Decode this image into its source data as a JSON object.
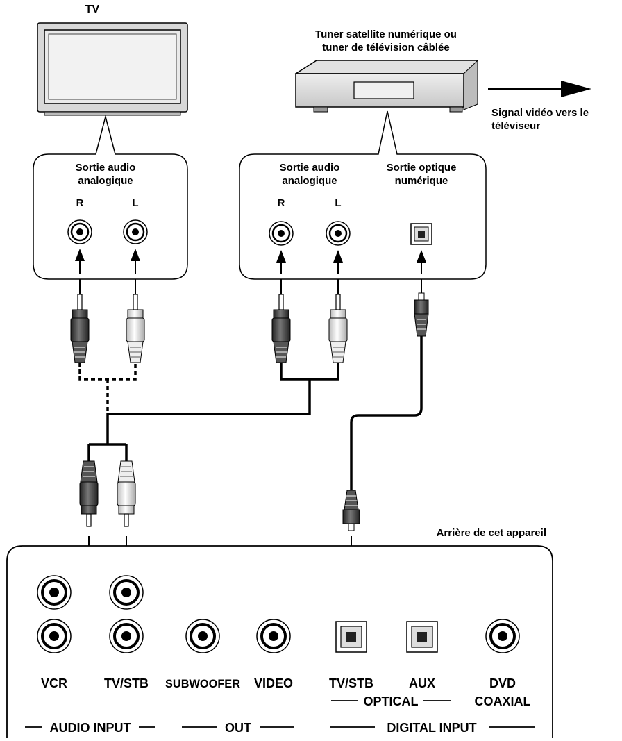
{
  "tv": {
    "title": "TV"
  },
  "tuner": {
    "title_line1": "Tuner satellite numérique ou",
    "title_line2": "tuner de télévision câblée",
    "signal_line1": "Signal vidéo vers le",
    "signal_line2": "téléviseur"
  },
  "tv_outputs": {
    "analog_line1": "Sortie audio",
    "analog_line2": "analogique",
    "right": "R",
    "left": "L"
  },
  "tuner_outputs": {
    "analog_line1": "Sortie audio",
    "analog_line2": "analogique",
    "optical_line1": "Sortie optique",
    "optical_line2": "numérique",
    "right": "R",
    "left": "L"
  },
  "rear_panel": {
    "caption": "Arrière de cet appareil",
    "vcr": "VCR",
    "tv_stb_audio": "TV/STB",
    "subwoofer": "SUBWOOFER",
    "video": "VIDEO",
    "tv_stb_optical": "TV/STB",
    "aux": "AUX",
    "dvd": "DVD",
    "coaxial": "COAXIAL",
    "optical_group": "OPTICAL",
    "audio_input_group": "AUDIO INPUT",
    "out_group": "OUT",
    "digital_input_group": "DIGITAL INPUT"
  }
}
